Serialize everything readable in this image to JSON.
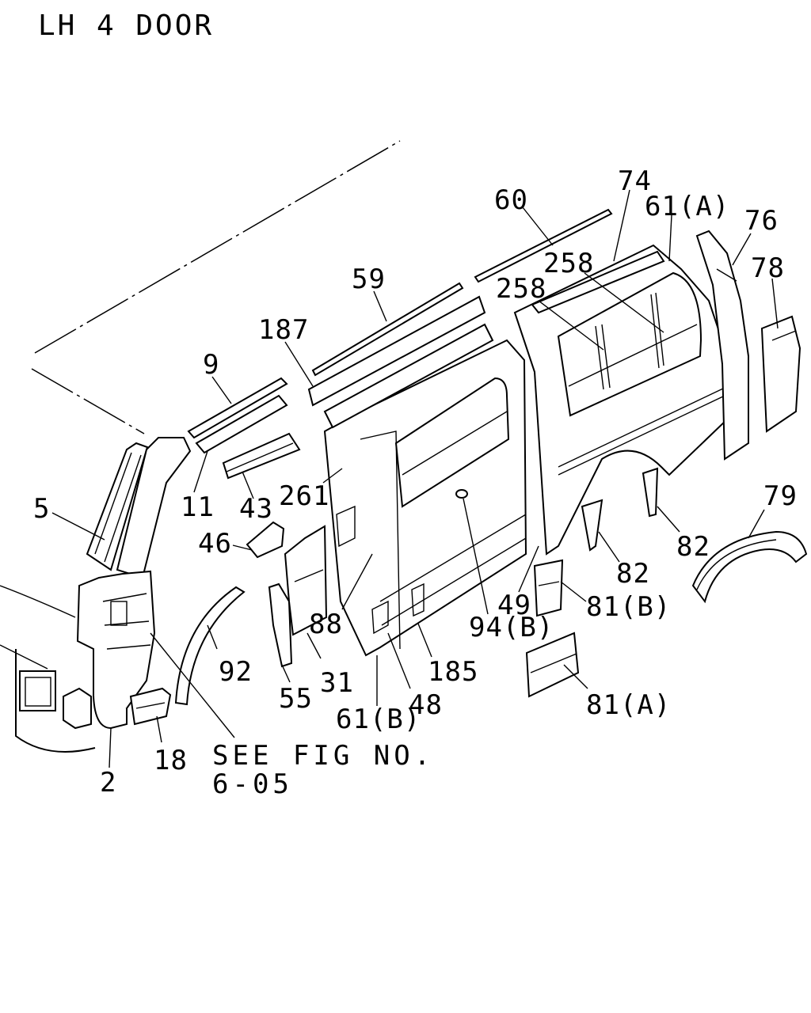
{
  "title": "LH 4 DOOR",
  "reference": {
    "line1": "SEE FIG NO.",
    "line2": "6-05"
  },
  "callouts": [
    {
      "id": "c-60",
      "text": "60"
    },
    {
      "id": "c-74",
      "text": "74"
    },
    {
      "id": "c-61a",
      "text": "61(A)"
    },
    {
      "id": "c-76",
      "text": "76"
    },
    {
      "id": "c-78",
      "text": "78"
    },
    {
      "id": "c-258a",
      "text": "258"
    },
    {
      "id": "c-258b",
      "text": "258"
    },
    {
      "id": "c-59",
      "text": "59"
    },
    {
      "id": "c-187",
      "text": "187"
    },
    {
      "id": "c-9",
      "text": "9"
    },
    {
      "id": "c-11",
      "text": "11"
    },
    {
      "id": "c-43",
      "text": "43"
    },
    {
      "id": "c-261",
      "text": "261"
    },
    {
      "id": "c-5",
      "text": "5"
    },
    {
      "id": "c-46",
      "text": "46"
    },
    {
      "id": "c-79",
      "text": "79"
    },
    {
      "id": "c-82a",
      "text": "82"
    },
    {
      "id": "c-82b",
      "text": "82"
    },
    {
      "id": "c-49",
      "text": "49"
    },
    {
      "id": "c-81b",
      "text": "81(B)"
    },
    {
      "id": "c-94b",
      "text": "94(B)"
    },
    {
      "id": "c-88",
      "text": "88"
    },
    {
      "id": "c-92",
      "text": "92"
    },
    {
      "id": "c-31",
      "text": "31"
    },
    {
      "id": "c-185",
      "text": "185"
    },
    {
      "id": "c-55",
      "text": "55"
    },
    {
      "id": "c-48",
      "text": "48"
    },
    {
      "id": "c-61b",
      "text": "61(B)"
    },
    {
      "id": "c-81a",
      "text": "81(A)"
    },
    {
      "id": "c-18",
      "text": "18"
    },
    {
      "id": "c-2",
      "text": "2"
    }
  ]
}
